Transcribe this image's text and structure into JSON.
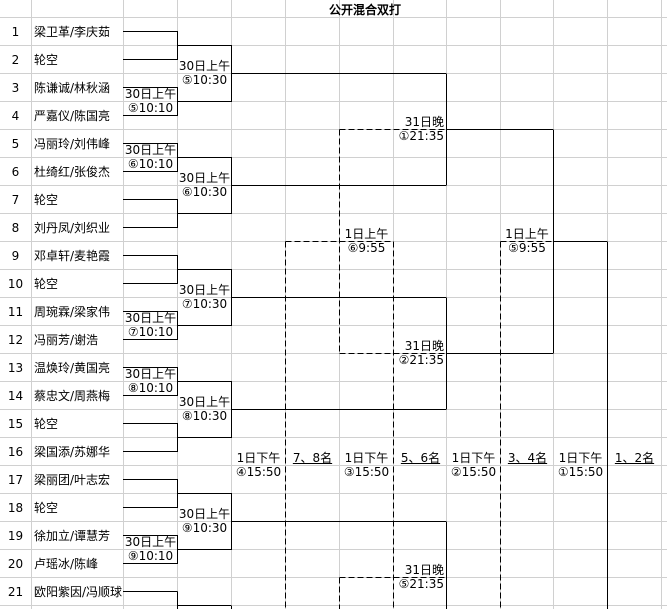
{
  "title": "公开混合双打",
  "players": [
    {
      "no": "1",
      "name": "梁卫革/李庆茹"
    },
    {
      "no": "2",
      "name": "轮空"
    },
    {
      "no": "3",
      "name": "陈谦诚/林秋涵"
    },
    {
      "no": "4",
      "name": "严嘉仪/陈国亮"
    },
    {
      "no": "5",
      "name": "冯丽玲/刘伟峰"
    },
    {
      "no": "6",
      "name": "杜绮红/张俊杰"
    },
    {
      "no": "7",
      "name": "轮空"
    },
    {
      "no": "8",
      "name": "刘丹凤/刘织业"
    },
    {
      "no": "9",
      "name": "邓卓轩/麦艳霞"
    },
    {
      "no": "10",
      "name": "轮空"
    },
    {
      "no": "11",
      "name": "周琬霖/梁家伟"
    },
    {
      "no": "12",
      "name": "冯丽芳/谢浩"
    },
    {
      "no": "13",
      "name": "温焕玲/黄国亮"
    },
    {
      "no": "14",
      "name": "蔡忠文/周燕梅"
    },
    {
      "no": "15",
      "name": "轮空"
    },
    {
      "no": "16",
      "name": "梁国添/苏娜华"
    },
    {
      "no": "17",
      "name": "梁丽团/叶志宏"
    },
    {
      "no": "18",
      "name": "轮空"
    },
    {
      "no": "19",
      "name": "徐加立/谭慧芳"
    },
    {
      "no": "20",
      "name": "卢瑶冰/陈峰"
    },
    {
      "no": "21",
      "name": "欧阳紫因/冯顺球"
    }
  ],
  "r1": [
    {
      "day": "30日上午",
      "time": "⑤10:10"
    },
    {
      "day": "30日上午",
      "time": "⑥10:10"
    },
    {
      "day": "30日上午",
      "time": "⑦10:10"
    },
    {
      "day": "30日上午",
      "time": "⑧10:10"
    },
    {
      "day": "30日上午",
      "time": "⑨10:10"
    }
  ],
  "r2": [
    {
      "day": "30日上午",
      "time": "⑤10:30"
    },
    {
      "day": "30日上午",
      "time": "⑥10:30"
    },
    {
      "day": "30日上午",
      "time": "⑦10:30"
    },
    {
      "day": "30日上午",
      "time": "⑧10:30"
    },
    {
      "day": "30日上午",
      "time": "⑨10:30"
    }
  ],
  "r3": [
    {
      "day": "31日晚",
      "time": "①21:35"
    },
    {
      "day": "31日晚",
      "time": "②21:35"
    },
    {
      "day": "31日晚",
      "time": "⑤21:35"
    }
  ],
  "r4": [
    {
      "day": "1日上午",
      "time": "⑥9:55"
    },
    {
      "day": "1日上午",
      "time": "⑤9:55"
    }
  ],
  "placements": [
    {
      "day": "1日下午",
      "time": "④15:50",
      "rank": "7、8名"
    },
    {
      "day": "1日下午",
      "time": "③15:50",
      "rank": "5、6名"
    },
    {
      "day": "1日下午",
      "time": "②15:50",
      "rank": "3、4名"
    },
    {
      "day": "1日下午",
      "time": "①15:50",
      "rank": "1、2名"
    }
  ]
}
